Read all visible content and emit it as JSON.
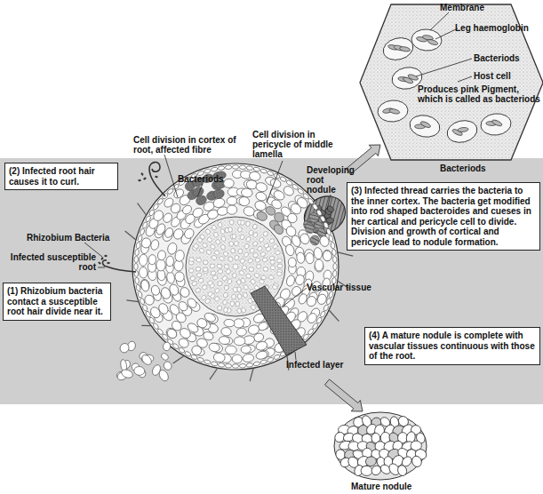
{
  "diagram": {
    "nodes": [
      {
        "text": [
          "(2) Infected root hair causes it to curl."
        ]
      },
      {
        "text": [
          "(3) Infected thread carries the bacteria to the inner cortex. The bacteria get modified into rod shaped bacteroides and cueses in her cartical and pericycle cell to divide. Division and growth of cortical and pericycle lead to nodule formation."
        ]
      },
      {
        "text": [
          "(1) Rhizobium bacteria contact a susceptible root hair divide near it."
        ]
      },
      {
        "text": [
          "(4) A mature nodule is complete with vascular tissues continuous with those of the root."
        ]
      }
    ],
    "labels": [
      "Membrane",
      "Leg haemoglobin",
      "Bacteriods",
      "Host cell",
      "Produces pink Pigment, which is called as bacteriods",
      "Cell division in pericycle of middle lamella",
      "Cell division in cortex of root, affected fibre",
      "Bacteriods",
      "Developing root nodule",
      "Bacteriods",
      "Rhizobium Bacteria",
      "Infected susceptible root",
      "Vascular tissue",
      "Infected layer",
      "Mature nodule"
    ]
  }
}
